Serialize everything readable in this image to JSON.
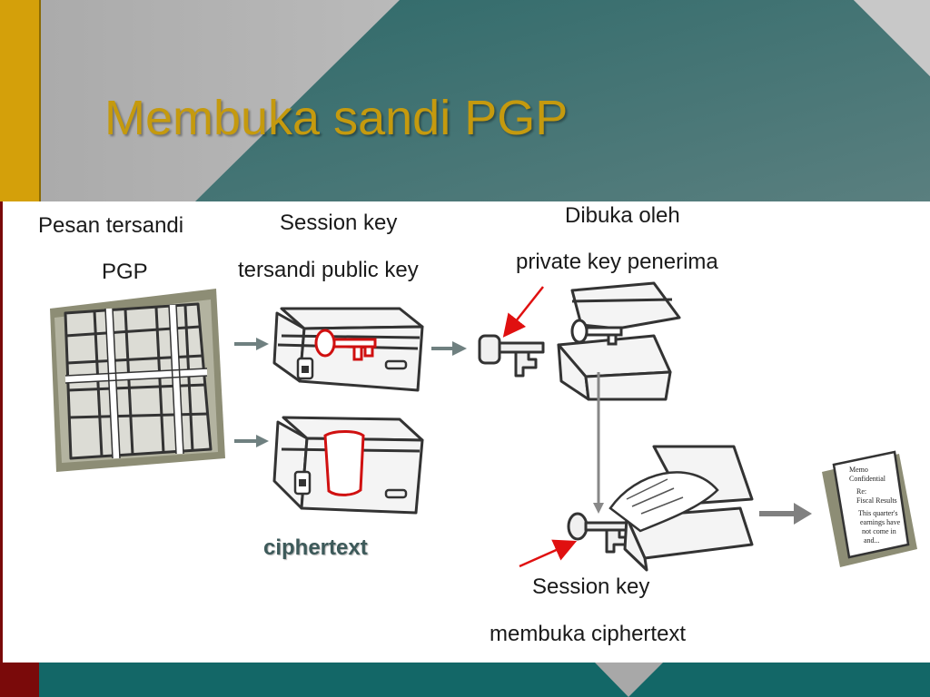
{
  "slide": {
    "title": "Membuka sandi PGP",
    "colors": {
      "gold": "#d4a00a",
      "teal": "#3f7070",
      "gray_bg": "#b8b8b8",
      "dark_red": "#7a0a0a",
      "bottom_teal": "#136767",
      "title_color": "#c59a0e",
      "arrow_red": "#e01010",
      "arrow_gray": "#808080"
    }
  },
  "labels": {
    "encrypted_message_line1": "Pesan tersandi",
    "encrypted_message_line2": "PGP",
    "session_key_line1": "Session key",
    "session_key_line2": "tersandi  public key",
    "opened_by_line1": "Dibuka oleh",
    "opened_by_line2": "private key penerima",
    "ciphertext": "ciphertext",
    "session_key_open_line1": "Session key",
    "session_key_open_line2": "membuka ciphertext"
  },
  "icons": {
    "bundle": "encrypted-bundle-icon",
    "locked_box_key": "locked-chest-with-key-icon",
    "locked_box_document": "locked-chest-with-document-icon",
    "private_key": "private-key-icon",
    "open_box_key": "open-chest-with-key-icon",
    "session_key": "session-key-icon",
    "open_box_document": "open-chest-with-document-icon",
    "document": "plaintext-document-icon"
  },
  "document_text": {
    "line1": "Memo",
    "line2": "Confidential",
    "line3": "Re:",
    "line4": "Fiscal Results",
    "line5": "This quarter's",
    "line6": "earnings have",
    "line7": "not come in",
    "line8": "and..."
  }
}
